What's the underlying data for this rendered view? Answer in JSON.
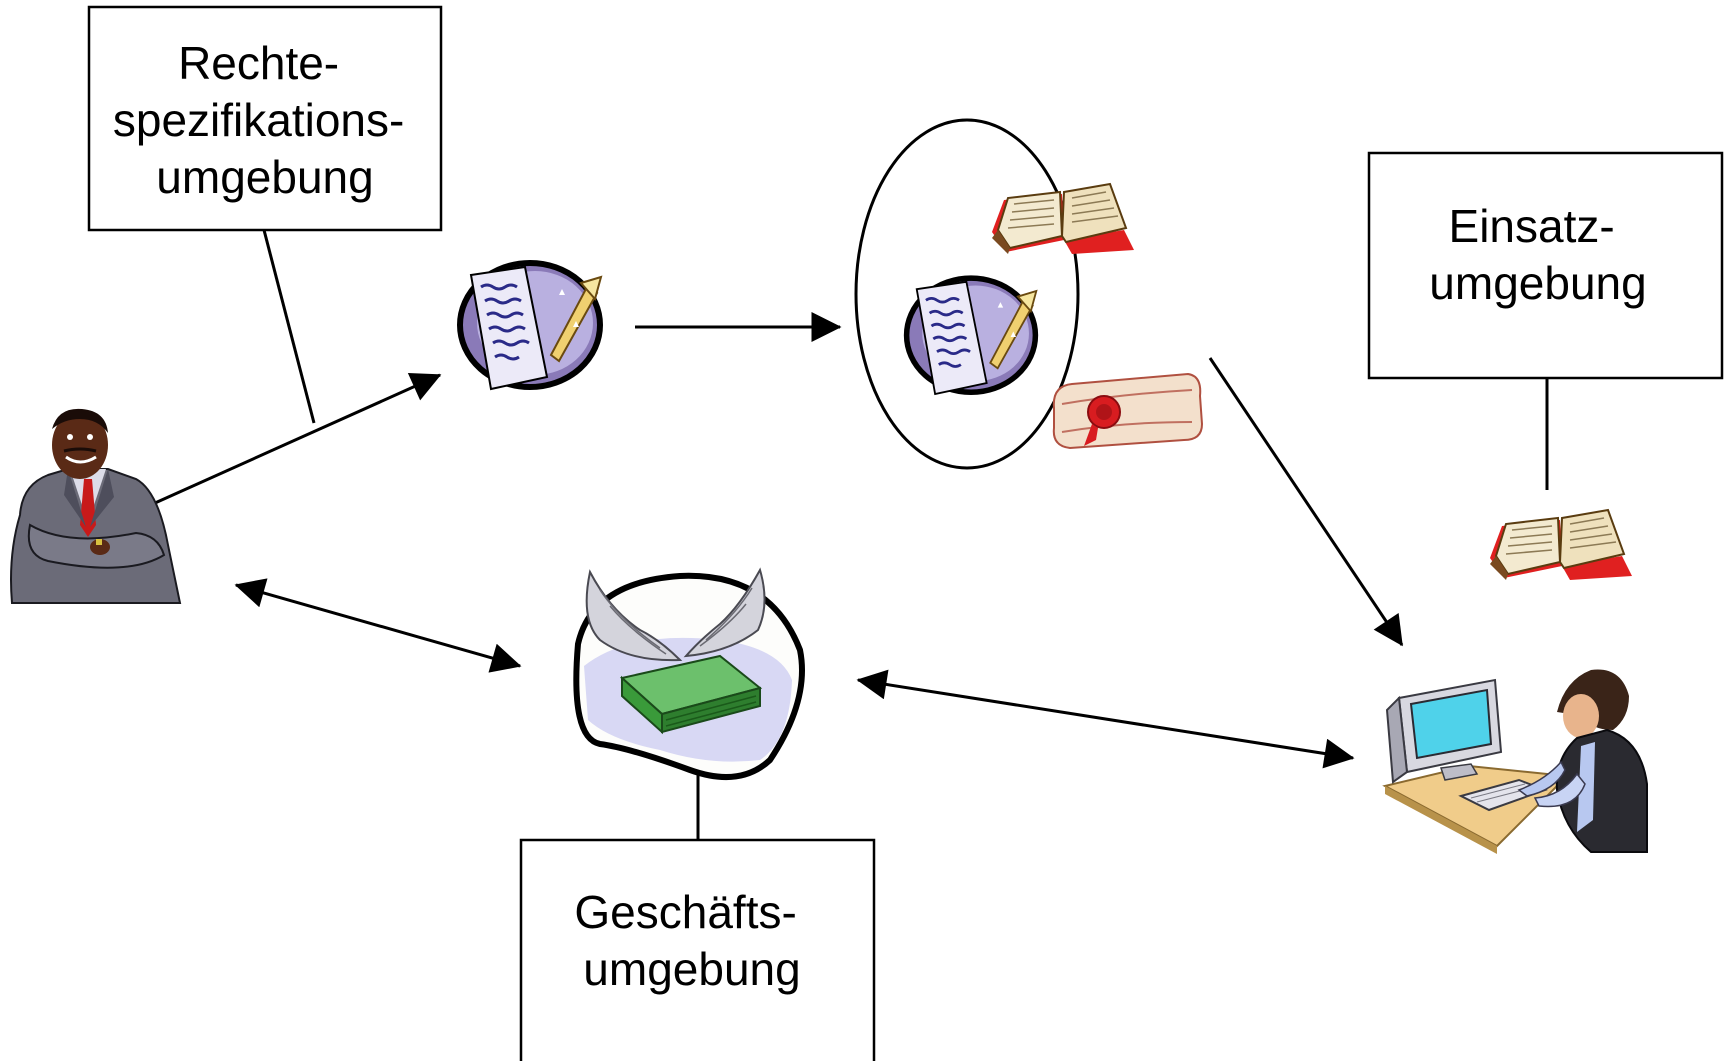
{
  "diagram": {
    "boxes": {
      "rights_spec": {
        "lines": [
          "Rechte-",
          "spezifikations-",
          "umgebung"
        ]
      },
      "deployment": {
        "lines": [
          "Einsatz-",
          "umgebung"
        ]
      },
      "business": {
        "lines": [
          "Geschäfts-",
          "umgebung"
        ]
      }
    },
    "nodes": [
      {
        "id": "author",
        "icon": "businessman-icon"
      },
      {
        "id": "document",
        "icon": "document-quill-icon"
      },
      {
        "id": "package",
        "icon": "bundle-circle"
      },
      {
        "id": "book",
        "icon": "open-book-icon"
      },
      {
        "id": "money",
        "icon": "flying-money-icon"
      },
      {
        "id": "user",
        "icon": "computer-user-icon"
      }
    ],
    "colors": {
      "stroke": "#000000",
      "quill_paper": "#b9b6e6",
      "quill_bg": "#8a7ab8",
      "book_red": "#e02020",
      "book_page": "#f3ead0",
      "money_green": "#3a9a3a",
      "screen_cyan": "#4fd2ea",
      "desk": "#f0cc8a",
      "suit_grey": "#6b6b78",
      "skin": "#5a2a16",
      "tie_red": "#c81a1a"
    }
  }
}
